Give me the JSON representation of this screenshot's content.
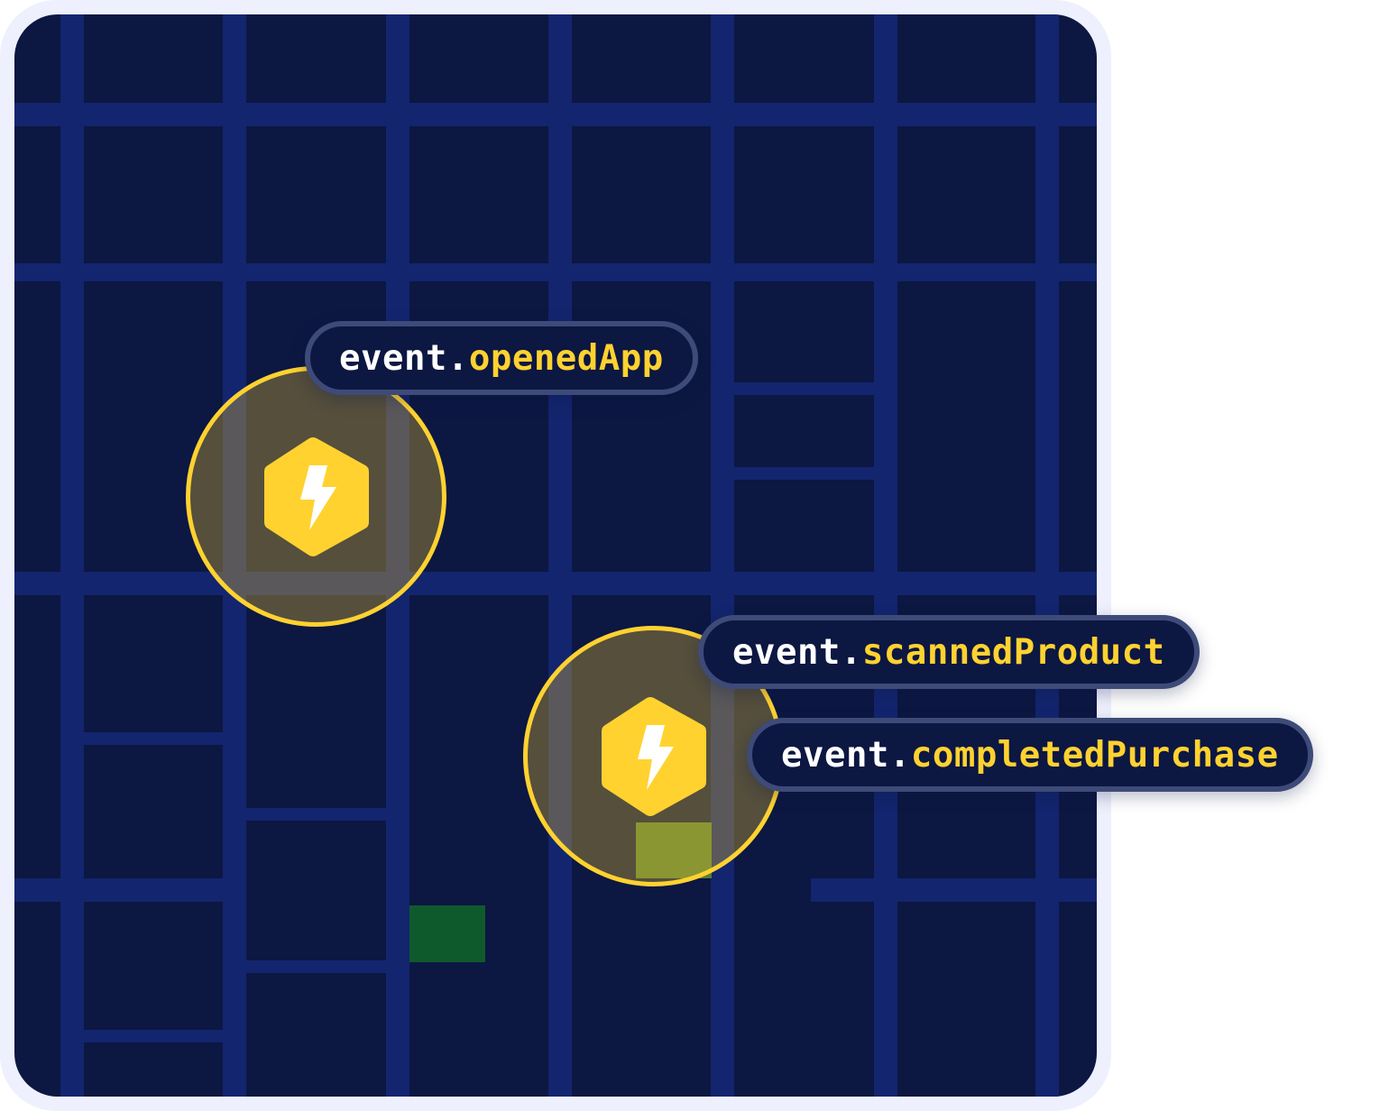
{
  "colors": {
    "background": "#0c1742",
    "road": "#13256e",
    "accent": "#ffd230",
    "park_dark": "#0f5a2d",
    "park_light": "#587d33"
  },
  "icon": "lightning-bolt-hexagon-icon",
  "events": [
    {
      "namespace": "event",
      "separator": ".",
      "name": "openedApp"
    },
    {
      "namespace": "event",
      "separator": ".",
      "name": "scannedProduct"
    },
    {
      "namespace": "event",
      "separator": ".",
      "name": "completedPurchase"
    }
  ]
}
